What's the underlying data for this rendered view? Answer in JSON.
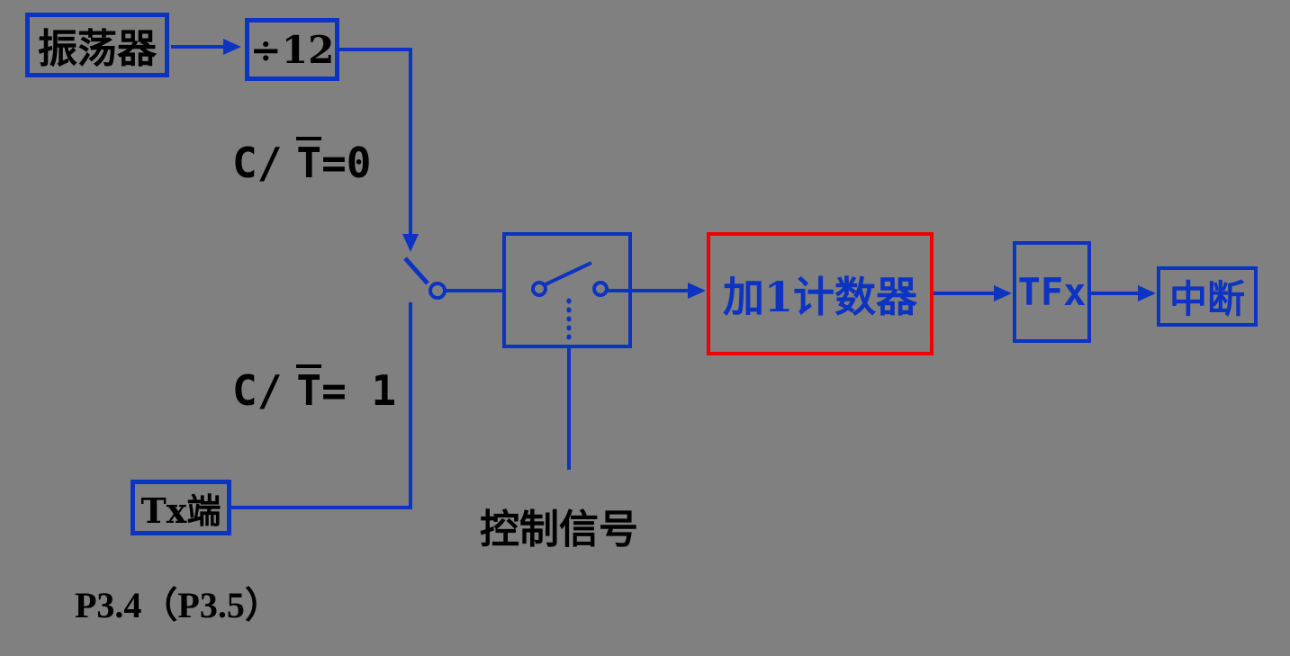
{
  "colors": {
    "background": "#808080",
    "blue": "#0d33c2",
    "red": "#f20000",
    "black": "#000000"
  },
  "boxes": {
    "oscillator": {
      "label": "振荡器"
    },
    "divide_by_12": {
      "label": "÷12"
    },
    "tx_pin": {
      "label": "Tx端"
    },
    "up_counter": {
      "label": "加1计数器"
    },
    "overflow_flag": {
      "label": "TFx"
    },
    "interrupt": {
      "label": "中断"
    }
  },
  "labels": {
    "mode_timer": {
      "prefix": "C/",
      "overlined": "T",
      "suffix": "=0"
    },
    "mode_counter": {
      "prefix": "C/",
      "overlined": "T",
      "suffix": "= 1"
    },
    "control_signal": "控制信号",
    "port_pins": "P3.4（P3.5）"
  }
}
